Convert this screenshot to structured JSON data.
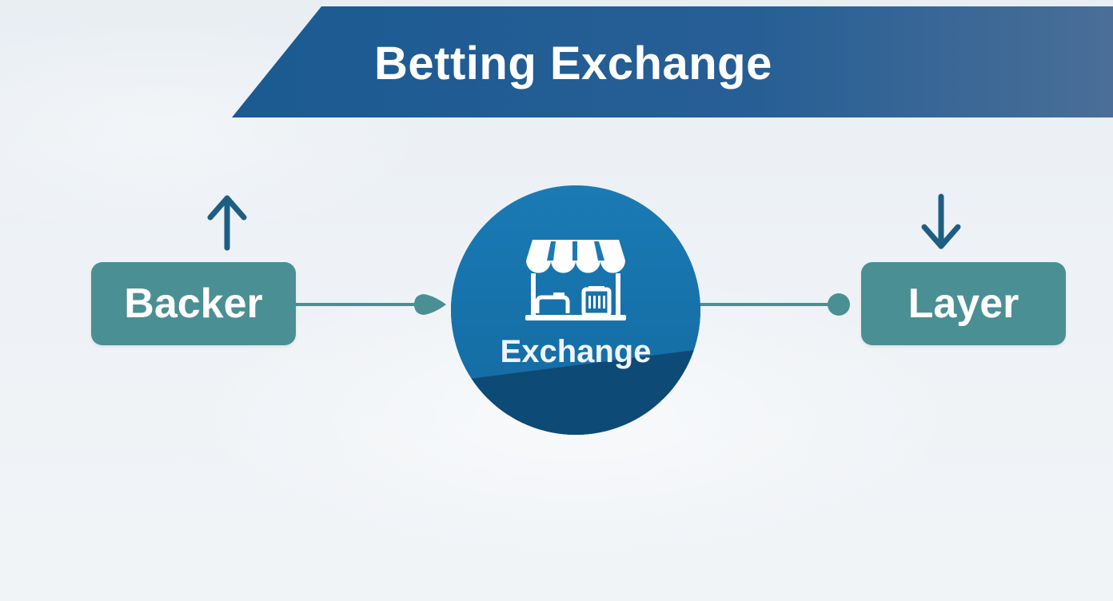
{
  "title": "Betting Exchange",
  "nodes": {
    "backer": "Backer",
    "exchange": "Exchange",
    "layer": "Layer"
  },
  "icons": {
    "backer_arrow": "arrow-up-icon",
    "layer_arrow": "arrow-down-icon",
    "hub_icon": "storefront-icon"
  },
  "colors": {
    "banner": "#1f5d93",
    "node_fill": "#4a8f93",
    "hub_fill": "#1874ad",
    "hub_shade": "#0e4a76",
    "connector": "#4a8f93",
    "arrow": "#1d5e83"
  }
}
